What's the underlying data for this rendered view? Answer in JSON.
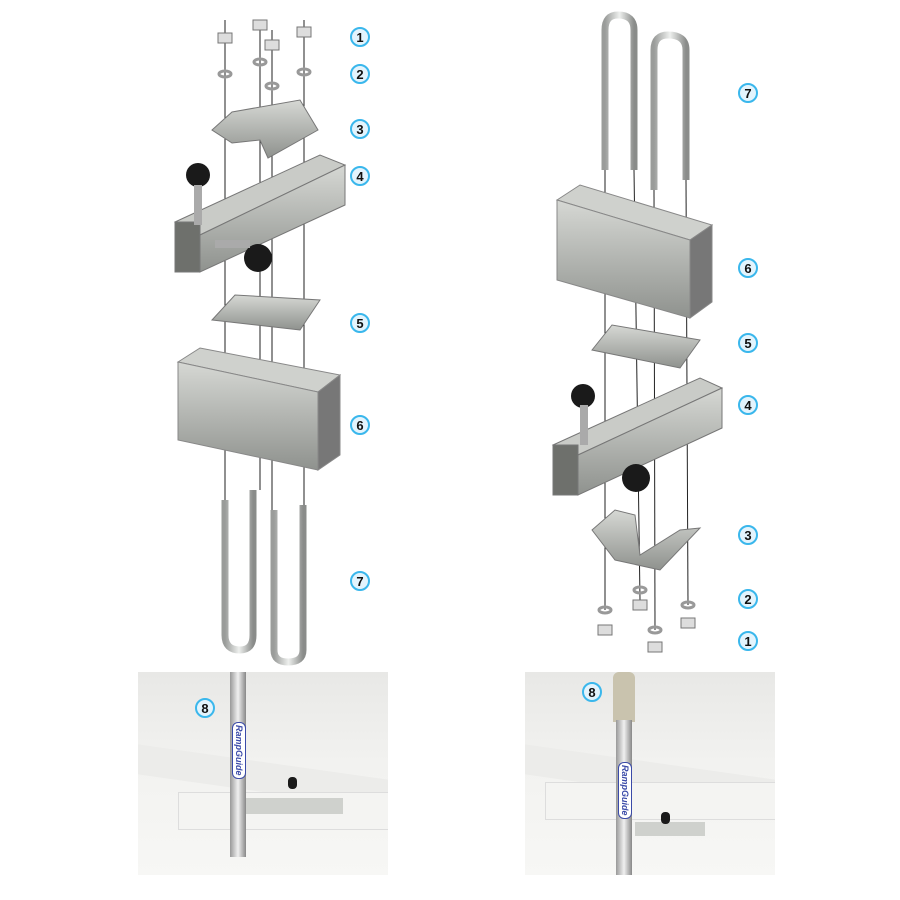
{
  "left_assembly": {
    "callouts": [
      "1",
      "2",
      "3",
      "4",
      "5",
      "6",
      "7"
    ]
  },
  "right_assembly": {
    "callouts": [
      "7",
      "6",
      "5",
      "4",
      "3",
      "2",
      "1"
    ]
  },
  "photos": [
    {
      "callout": "8",
      "logo_text": "RampGuide"
    },
    {
      "callout": "8",
      "logo_text": "RampGuide"
    }
  ],
  "colors": {
    "badge_border": "#3ab7ec",
    "badge_fill": "#e3f4fd",
    "steel": "#b8bab6",
    "knob": "#1a1a1a"
  }
}
